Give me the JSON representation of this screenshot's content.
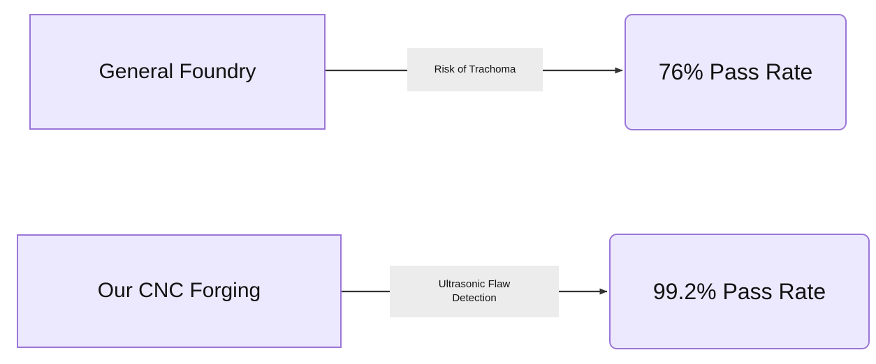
{
  "diagram": {
    "type": "flowchart",
    "direction": "left-to-right",
    "theme_colors": {
      "node_fill": "#ece8fd",
      "node_border": "#9b76d8",
      "edge_line": "#333333",
      "edge_label_background": "#ececec",
      "text": "#111111",
      "canvas_background": "#ffffff"
    },
    "flows": [
      {
        "id": "flow-baseline",
        "source": {
          "id": "node-general-foundry",
          "label": "General Foundry",
          "shape": "rectangle"
        },
        "edge": {
          "id": "edge-risk-of-trachoma",
          "label": "Risk of Trachoma",
          "arrow": "arrow-head-filled",
          "style": "solid"
        },
        "target": {
          "id": "node-pass-rate-76",
          "label": "76% Pass Rate",
          "shape": "rounded-rectangle"
        }
      },
      {
        "id": "flow-ours",
        "source": {
          "id": "node-our-cnc-forging",
          "label": "Our CNC Forging",
          "shape": "rectangle"
        },
        "edge": {
          "id": "edge-ultrasonic-flaw-detection",
          "label": "Ultrasonic Flaw\nDetection",
          "arrow": "arrow-head-filled",
          "style": "solid"
        },
        "target": {
          "id": "node-pass-rate-992",
          "label": "99.2% Pass Rate",
          "shape": "rounded-rectangle"
        }
      }
    ]
  }
}
